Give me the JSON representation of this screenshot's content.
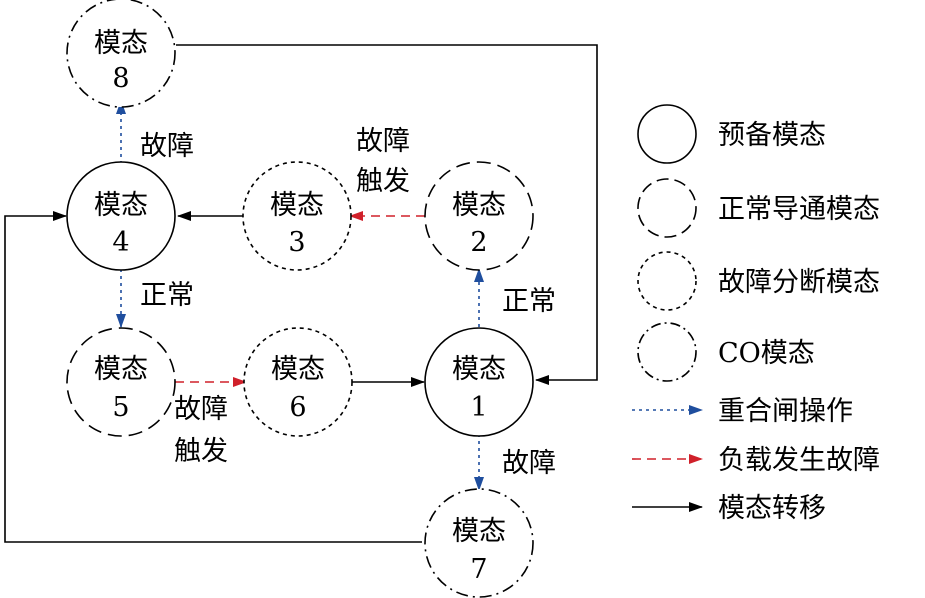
{
  "colors": {
    "reclose_arrow": "#1f4e9e",
    "fault_arrow": "#d0202a",
    "transfer_arrow": "#000000",
    "node_stroke": "#000000"
  },
  "nodes": {
    "n1": {
      "title": "模态",
      "number": "1",
      "style": "solid"
    },
    "n2": {
      "title": "模态",
      "number": "2",
      "style": "long-dash"
    },
    "n3": {
      "title": "模态",
      "number": "3",
      "style": "short-dash"
    },
    "n4": {
      "title": "模态",
      "number": "4",
      "style": "solid"
    },
    "n5": {
      "title": "模态",
      "number": "5",
      "style": "long-dash"
    },
    "n6": {
      "title": "模态",
      "number": "6",
      "style": "short-dash"
    },
    "n7": {
      "title": "模态",
      "number": "7",
      "style": "dash-dot"
    },
    "n8": {
      "title": "模态",
      "number": "8",
      "style": "dash-dot"
    }
  },
  "edge_labels": {
    "n4_to_n8": "故障",
    "n2_to_n3_line1": "故障",
    "n2_to_n3_line2": "触发",
    "n4_to_n5": "正常",
    "n1_to_n2": "正常",
    "n5_to_n6_line1": "故障",
    "n5_to_n6_line2": "触发",
    "n1_to_n7": "故障"
  },
  "legend": {
    "standby": "预备模态",
    "normal_conduct": "正常导通模态",
    "fault_break": "故障分断模态",
    "co": "CO模态",
    "reclose": "重合闸操作",
    "fault": "负载发生故障",
    "transfer": "模态转移"
  }
}
